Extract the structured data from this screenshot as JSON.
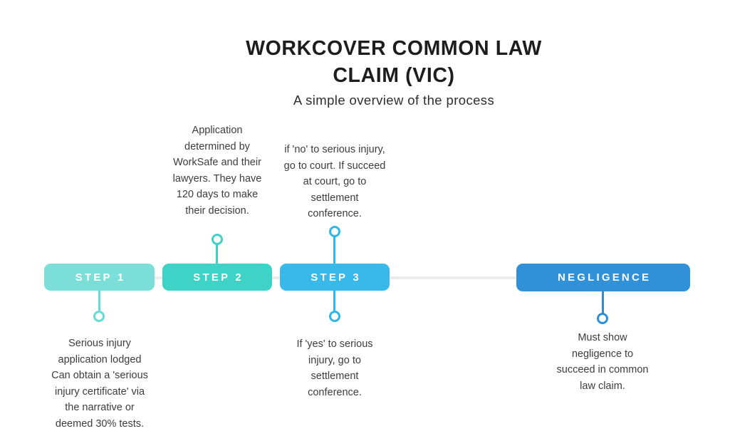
{
  "header": {
    "title_lines": [
      "WORKCOVER COMMON LAW",
      "CLAIM (VIC)"
    ],
    "subtitle": "A simple overview of the process"
  },
  "timeline": {
    "track_color": "#ececec",
    "items": [
      {
        "label": "STEP 1",
        "box_color": "#7BDED9",
        "connector_color": "#66DBD5",
        "note_below_lines": [
          "Serious injury",
          "application lodged",
          "Can obtain a 'serious",
          "injury certificate' via",
          "the narrative or",
          "deemed 30% tests."
        ]
      },
      {
        "label": "STEP 2",
        "box_color": "#3ED3C6",
        "connector_color": "#3ED3C6",
        "note_above_lines": [
          "Application",
          "determined by",
          "WorkSafe and their",
          "lawyers. They have",
          "120 days to make",
          "their decision."
        ]
      },
      {
        "label": "STEP 3",
        "box_color": "#38B9E9",
        "connector_color": "#2FB6EA",
        "note_above_lines": [
          "if 'no' to serious injury,",
          "go to court. If succeed",
          "at court, go to",
          "settlement",
          "conference."
        ],
        "note_below_lines": [
          "If 'yes' to serious",
          "injury, go to",
          "settlement",
          "conference."
        ]
      },
      {
        "label": "NEGLIGENCE",
        "box_color": "#3090D8",
        "connector_color": "#2E8FD8",
        "note_below_lines": [
          "Must show",
          "negligence to",
          "succeed in common",
          "law claim."
        ]
      }
    ]
  }
}
